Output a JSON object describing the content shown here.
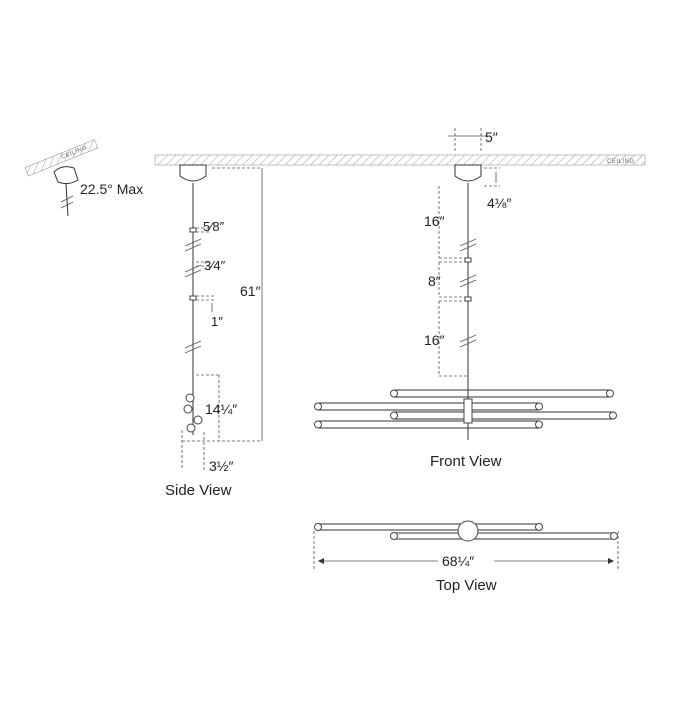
{
  "ceiling": {
    "label": "CEILING"
  },
  "tilt": {
    "max_angle": "22.5° Max"
  },
  "side_view": {
    "title": "Side View",
    "dims": {
      "gap_a": "5⁄8″",
      "gap_b": "3⁄4″",
      "gap_c": "1″",
      "overall_height": "61″",
      "fixture_height": "14¼″",
      "fixture_depth": "3½″"
    }
  },
  "front_view": {
    "title": "Front View",
    "dims": {
      "canopy_diameter": "5″",
      "canopy_height": "4⅛″",
      "rod_top": "16″",
      "rod_mid": "8″",
      "rod_bottom": "16″"
    }
  },
  "top_view": {
    "title": "Top View",
    "dims": {
      "overall_width": "68¼″"
    }
  },
  "colors": {
    "line": "#333333",
    "hatch": "#888888",
    "text": "#222222"
  }
}
